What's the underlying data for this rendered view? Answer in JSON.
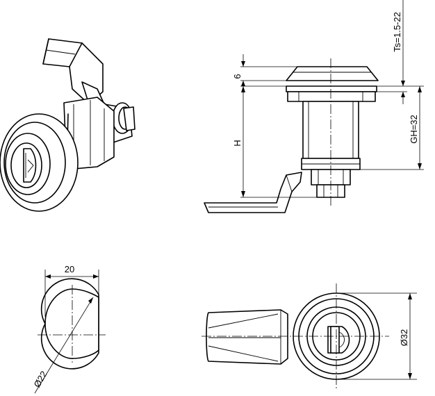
{
  "dimensions": {
    "thickness": "6",
    "ts_range": "Ts=1.5-22",
    "height": "H",
    "gh": "GH=32",
    "width": "20",
    "diameter_small": "Ø22",
    "diameter_large": "Ø32"
  },
  "colors": {
    "line": "#000000",
    "background": "#ffffff"
  }
}
